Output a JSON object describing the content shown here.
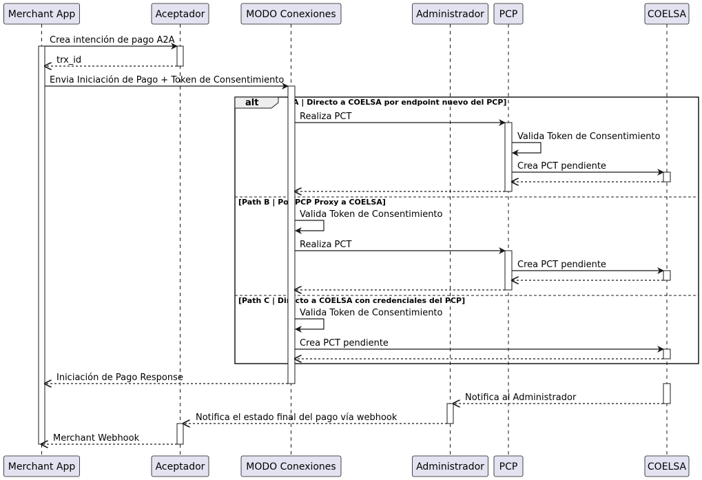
{
  "participants": [
    {
      "id": "merchant",
      "label": "Merchant App"
    },
    {
      "id": "aceptador",
      "label": "Aceptador"
    },
    {
      "id": "modo",
      "label": "MODO Conexiones"
    },
    {
      "id": "admin",
      "label": "Administrador"
    },
    {
      "id": "pcp",
      "label": "PCP"
    },
    {
      "id": "coelsa",
      "label": "COELSA"
    }
  ],
  "messages": [
    {
      "from": "merchant",
      "to": "aceptador",
      "text": "Crea intención de pago A2A",
      "dashed": false
    },
    {
      "from": "aceptador",
      "to": "merchant",
      "text": "trx_id",
      "dashed": true
    },
    {
      "from": "merchant",
      "to": "modo",
      "text": "Envia Iniciación de Pago + Token de Consentimiento",
      "dashed": false
    },
    {
      "from": "modo",
      "to": "pcp",
      "text": "Realiza PCT",
      "dashed": false
    },
    {
      "from": "pcp",
      "to": "pcp",
      "text": "Valida Token de Consentimiento",
      "dashed": false
    },
    {
      "from": "pcp",
      "to": "coelsa",
      "text": "Crea PCT pendiente",
      "dashed": false
    },
    {
      "from": "coelsa",
      "to": "pcp",
      "text": "",
      "dashed": true
    },
    {
      "from": "pcp",
      "to": "modo",
      "text": "",
      "dashed": true
    },
    {
      "from": "modo",
      "to": "modo",
      "text": "Valida Token de Consentimiento",
      "dashed": false
    },
    {
      "from": "modo",
      "to": "pcp",
      "text": "Realiza PCT",
      "dashed": false
    },
    {
      "from": "pcp",
      "to": "coelsa",
      "text": "Crea PCT pendiente",
      "dashed": false
    },
    {
      "from": "coelsa",
      "to": "pcp",
      "text": "",
      "dashed": true
    },
    {
      "from": "pcp",
      "to": "modo",
      "text": "",
      "dashed": true
    },
    {
      "from": "modo",
      "to": "modo",
      "text": "Valida Token de Consentimiento",
      "dashed": false
    },
    {
      "from": "modo",
      "to": "coelsa",
      "text": "Crea PCT pendiente",
      "dashed": false
    },
    {
      "from": "coelsa",
      "to": "modo",
      "text": "",
      "dashed": true
    },
    {
      "from": "modo",
      "to": "merchant",
      "text": "Iniciación de Pago Response",
      "dashed": true
    },
    {
      "from": "coelsa",
      "to": "admin",
      "text": "Notifica al Administrador",
      "dashed": true
    },
    {
      "from": "admin",
      "to": "aceptador",
      "text": "Notifica el estado final del pago vía webhook",
      "dashed": true
    },
    {
      "from": "aceptador",
      "to": "merchant",
      "text": "Merchant Webhook",
      "dashed": true
    }
  ],
  "alt_block": {
    "keyword": "alt",
    "sections": [
      "[A | Directo a COELSA por endpoint nuevo del PCP]",
      "[Path B | Por PCP Proxy a COELSA]",
      "[Path C | Directo a COELSA con credenciales del PCP]"
    ]
  },
  "colors": {
    "participant_fill": "#e2e2f0",
    "participant_border": "#181818",
    "lifeline": "#181818",
    "activation_fill": "#ffffff",
    "alt_header_fill": "#eeeeee"
  }
}
